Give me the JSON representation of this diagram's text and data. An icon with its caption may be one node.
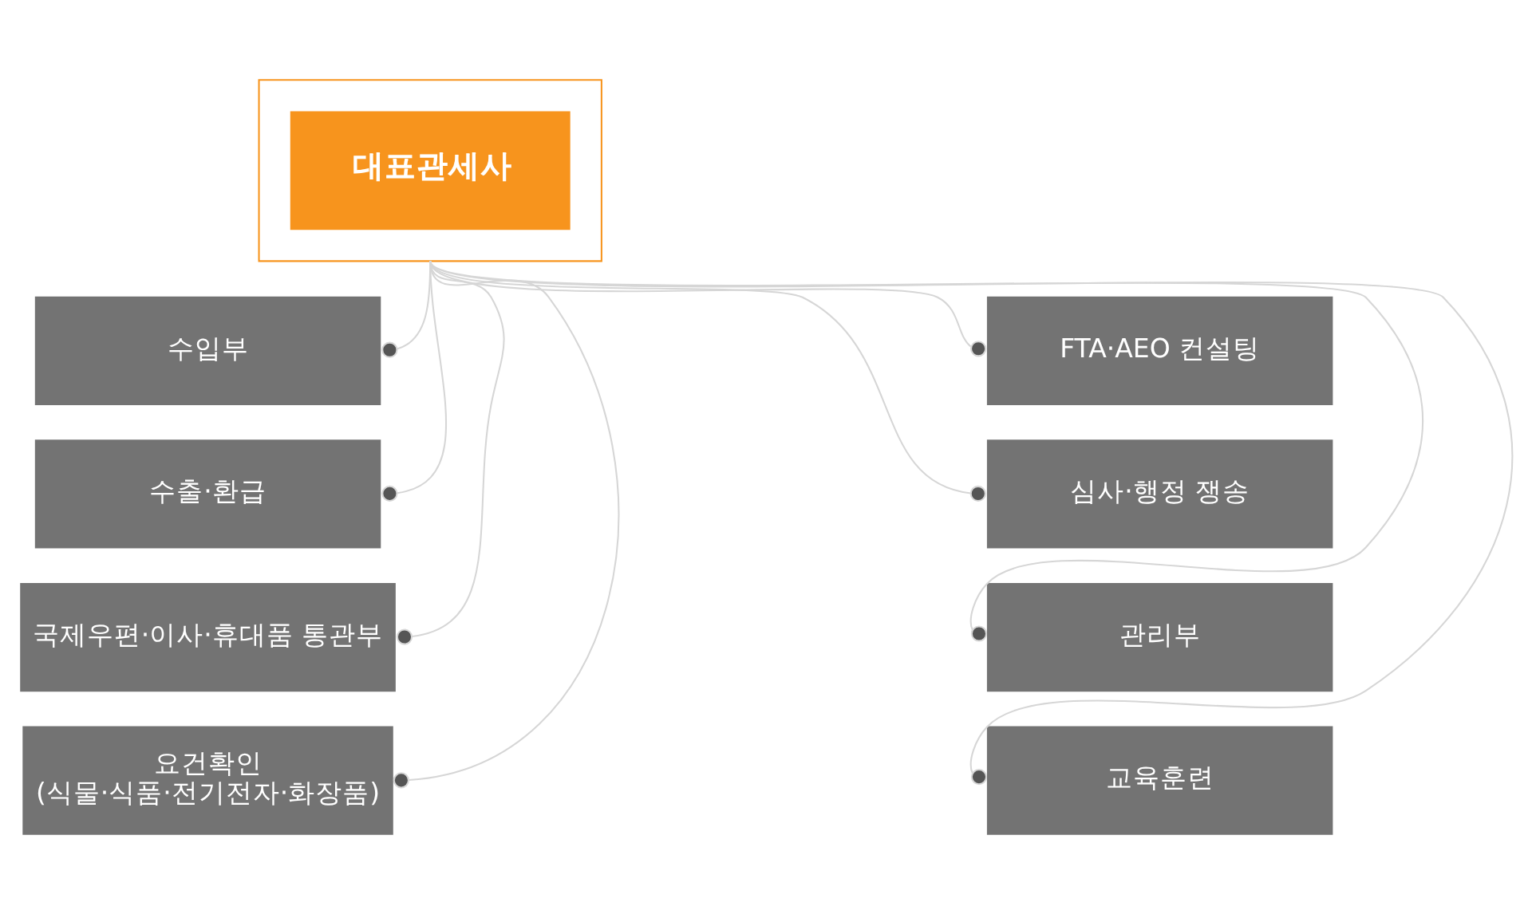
{
  "diagram": {
    "nodes": [
      {
        "text": [
          "대표관세사"
        ]
      },
      {
        "text": [
          "수입부"
        ]
      },
      {
        "text": [
          "수출·환급"
        ]
      },
      {
        "text": [
          "국제우편·이사·휴대품 통관부"
        ]
      },
      {
        "text": [
          "요건확인",
          "(식물·식품·전기전자·화장품)"
        ]
      },
      {
        "text": [
          "FTA·AEO 컨설팅"
        ]
      },
      {
        "text": [
          "심사·행정 쟁송"
        ]
      },
      {
        "text": [
          "관리부"
        ]
      },
      {
        "text": [
          "교육훈련"
        ]
      }
    ],
    "edges": [
      {
        "from": 0,
        "to": 1,
        "arrow": "other"
      },
      {
        "from": 0,
        "to": 2,
        "arrow": "other"
      },
      {
        "from": 0,
        "to": 3,
        "arrow": "other"
      },
      {
        "from": 0,
        "to": 4,
        "arrow": "other"
      },
      {
        "from": 0,
        "to": 5,
        "arrow": "other"
      },
      {
        "from": 0,
        "to": 6,
        "arrow": "other"
      },
      {
        "from": 0,
        "to": 7,
        "arrow": "other"
      },
      {
        "from": 0,
        "to": 8,
        "arrow": "other"
      }
    ]
  }
}
